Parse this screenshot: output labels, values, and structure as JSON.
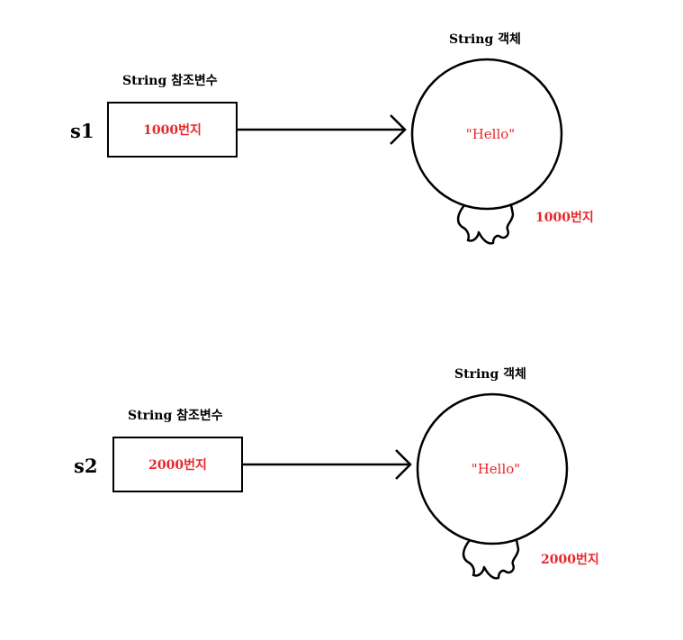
{
  "top": {
    "var_name": "s1",
    "ref_caption": "String 참조변수",
    "ref_value": "1000번지",
    "obj_caption": "String 객체",
    "obj_value": "\"Hello\"",
    "obj_address": "1000번지"
  },
  "bottom": {
    "var_name": "s2",
    "ref_caption": "String 참조변수",
    "ref_value": "2000번지",
    "obj_caption": "String 객체",
    "obj_value": "\"Hello\"",
    "obj_address": "2000번지"
  },
  "colors": {
    "value_red": "#e8262b",
    "stroke": "#000000"
  }
}
